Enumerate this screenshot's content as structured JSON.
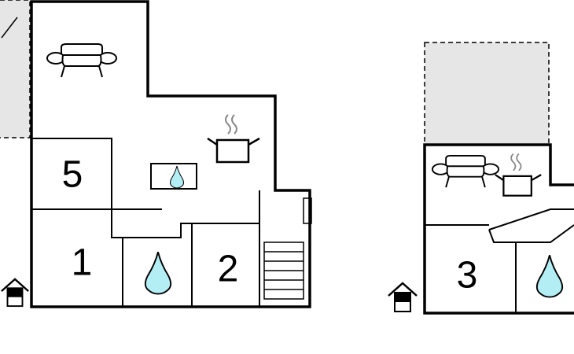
{
  "plans": [
    {
      "rooms": [
        {
          "number": "5"
        },
        {
          "number": "1"
        },
        {
          "number": "2"
        }
      ],
      "icons": [
        "armchair-icon",
        "cooking-pot-icon",
        "water-drop-icon",
        "water-drop-icon",
        "stairs-icon",
        "house-entrance-icon"
      ]
    },
    {
      "rooms": [
        {
          "number": "3"
        }
      ],
      "icons": [
        "armchair-icon",
        "cooking-pot-icon",
        "water-drop-icon",
        "house-entrance-icon"
      ]
    }
  ],
  "colors": {
    "terrace": "#e6e6e6",
    "water": "#b3eef5",
    "wall": "#000000"
  }
}
